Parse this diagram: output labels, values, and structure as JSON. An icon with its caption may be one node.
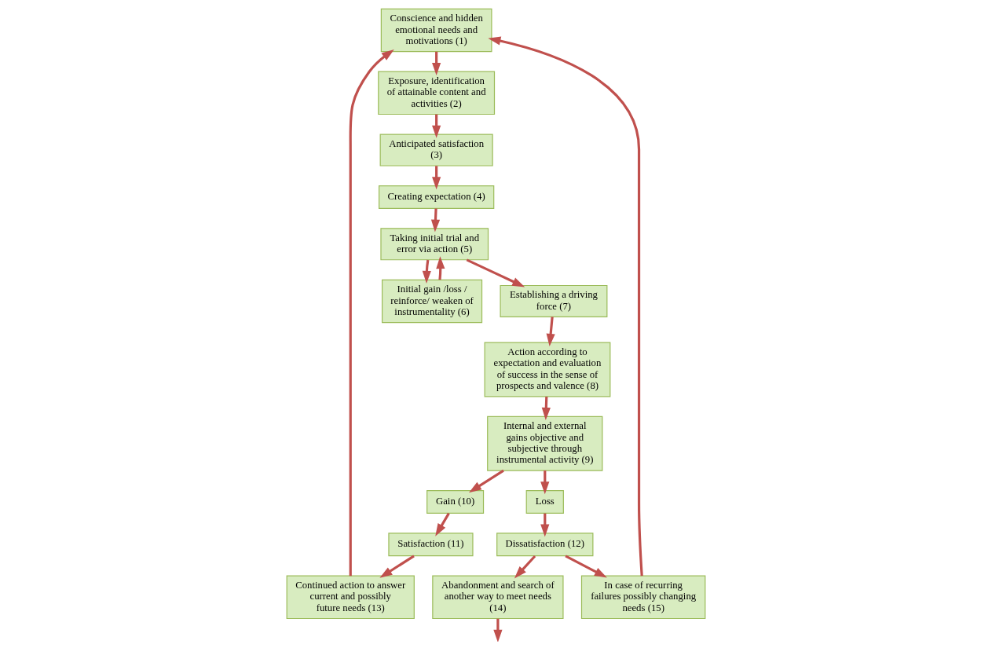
{
  "diagram": {
    "nodes": [
      {
        "text": [
          "Conscience and hidden emotional needs and motivations (1)"
        ]
      },
      {
        "text": [
          "Exposure, identification of attainable content and activities (2)"
        ]
      },
      {
        "text": [
          "Anticipated satisfaction (3)"
        ]
      },
      {
        "text": [
          "Creating expectation (4)"
        ]
      },
      {
        "text": [
          "Taking initial trial and error via action (5)"
        ]
      },
      {
        "text": [
          "Initial gain /loss / reinforce/ weaken of instrumentality (6)"
        ]
      },
      {
        "text": [
          "Establishing a driving force (7)"
        ]
      },
      {
        "text": [
          "Action according to expectation and evaluation of success in the sense of prospects and valence (8)"
        ]
      },
      {
        "text": [
          "Internal and external gains objective and subjective through instrumental activity (9)"
        ]
      },
      {
        "text": [
          "Gain (10)"
        ]
      },
      {
        "text": [
          "Loss"
        ]
      },
      {
        "text": [
          "Satisfaction (11)"
        ]
      },
      {
        "text": [
          "Dissatisfaction (12)"
        ]
      },
      {
        "text": [
          "Continued action to answer current and possibly future needs (13)"
        ]
      },
      {
        "text": [
          "Abandonment and search of another way to meet needs (14)"
        ]
      },
      {
        "text": [
          "In case of recurring failures possibly changing needs (15)"
        ]
      }
    ],
    "edges": [
      {
        "from": 0,
        "to": 1,
        "arrow": "to"
      },
      {
        "from": 1,
        "to": 2,
        "arrow": "to"
      },
      {
        "from": 2,
        "to": 3,
        "arrow": "to"
      },
      {
        "from": 3,
        "to": 4,
        "arrow": "to"
      },
      {
        "from": 5,
        "to": 4,
        "arrow": "to"
      },
      {
        "from": 4,
        "to": 5,
        "arrow": "to"
      },
      {
        "from": 4,
        "to": 6,
        "arrow": "to"
      },
      {
        "from": 6,
        "to": 7,
        "arrow": "to"
      },
      {
        "from": 7,
        "to": 8,
        "arrow": "to"
      },
      {
        "from": 8,
        "to": 9,
        "arrow": "to"
      },
      {
        "from": 8,
        "to": 10,
        "arrow": "to"
      },
      {
        "from": 9,
        "to": 11,
        "arrow": "to"
      },
      {
        "from": 10,
        "to": 12,
        "arrow": "to"
      },
      {
        "from": 11,
        "to": 13,
        "arrow": "to"
      },
      {
        "from": 13,
        "to": 0,
        "arrow": "to"
      },
      {
        "from": 12,
        "to": 14,
        "arrow": "to"
      },
      {
        "from": 12,
        "to": 15,
        "arrow": "to"
      },
      {
        "from": 15,
        "to": 0,
        "arrow": "to"
      },
      {
        "from": 14,
        "to": null,
        "arrow": "to"
      }
    ]
  }
}
